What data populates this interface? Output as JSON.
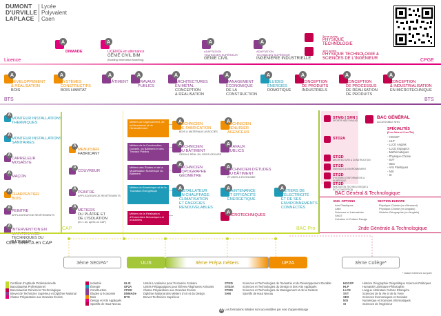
{
  "logo": {
    "line1": [
      "DUMONT",
      "D'URVILLE",
      "LAPLACE"
    ],
    "line2": [
      "Lycée",
      "Polyvalent",
      "Caen"
    ]
  },
  "levels": {
    "licence": "Licence",
    "cpge": "CPGE",
    "bts": "BTS",
    "cap": "CAP",
    "bac_pro": "BAC Pro",
    "bac_gen": "BAC Général & Technologique",
    "seconde": "2nde Générale & Technologique",
    "offre": "Offre GRETA en CAP"
  },
  "colors": {
    "red": "#e2007a",
    "pink": "#e2007a",
    "orange": "#f18e00",
    "bluegreen": "#1d9bb8",
    "purple": "#8a3c8d",
    "green": "#a4c639",
    "magenta": "#c3004b",
    "grey": "#6e6e6e",
    "lightgreen": "#c5d92d",
    "yellow": "#f3e6a0"
  },
  "licence": [
    {
      "label": "DNMADe",
      "color": "#e2007a"
    },
    {
      "label": "LICENCE en alternance",
      "label2": "GÉNIE CIVIL BIM",
      "sub": "(Building Information Modeling)",
      "color": "#e2007a"
    },
    {
      "label": "ADAPTATION",
      "label2": "TECHNICIEN SUPÉRIEUR",
      "label3": "GÉNIE CIVIL",
      "color": "#8a3c8d"
    },
    {
      "label": "ADAPTATION",
      "label2": "TECHNICIEN SUPÉRIEUR",
      "label3": "INGÉNIERIE INDUSTRIELLE",
      "color": "#8a3c8d"
    }
  ],
  "cpge": [
    {
      "label": "2ème année",
      "label2": "PHYSIQUE",
      "label3": "TECHNOLOGIE"
    },
    {
      "label": "1ère année",
      "label2": "PHYSIQUE TECHNOLOGIE &",
      "label3": "SCIENCES DE L'INGÉNIEUR"
    }
  ],
  "bts": [
    {
      "l1": "DÉVELOPPEMENT",
      "l2": "& RÉALISATION",
      "l3": "BOIS",
      "color": "#f18e00"
    },
    {
      "l1": "SYSTÈMES",
      "l2": "CONSTRUCTIFS",
      "l3": "BOIS HABITAT",
      "color": "#f18e00"
    },
    {
      "l1": "BÂTIMENT",
      "color": "#8a3c8d"
    },
    {
      "l1": "TRAVAUX",
      "l2": "PUBLICS",
      "color": "#8a3c8d"
    },
    {
      "l1": "ARCHITECTURES",
      "l2": "EN MÉTAL",
      "l3": "CONCEPTION",
      "l4": "& RÉALISATION",
      "color": "#8a3c8d"
    },
    {
      "l1": "MANAGEMENT",
      "l2": "ÉCONOMIQUE",
      "l3": "DE LA",
      "l4": "CONSTRUCTION",
      "color": "#8a3c8d"
    },
    {
      "l1": "FLUIDES",
      "l2": "ÉNERGIES",
      "l3": "DOMOTIQUE",
      "color": "#1d9bb8"
    },
    {
      "l1": "CONCEPTION",
      "l2": "DE PRODUITS",
      "l3": "INDUSTRIELS",
      "color": "#c3004b"
    },
    {
      "l1": "CONCEPTION",
      "l2": "DE PROCESSUS",
      "l3": "DE RÉALISATION",
      "l4": "DE PRODUITS",
      "color": "#c3004b"
    },
    {
      "l1": "CONCEPTION",
      "l2": "& INDUSTRIALISATION",
      "l3": "EN MICROTECHNIQUE",
      "color": "#c3004b"
    }
  ],
  "cap": [
    {
      "l1": "MONTEUR INSTALLATIONS",
      "l2": "THERMIQUES",
      "color": "#1d9bb8"
    },
    {
      "l1": "MONTEUR INSTALLATIONS",
      "l2": "SANITAIRES",
      "color": "#1d9bb8"
    },
    {
      "l1": "CARRELEUR",
      "l2": "MOSAÏSTE",
      "color": "#8a3c8d"
    },
    {
      "l1": "MAÇON",
      "color": "#8a3c8d"
    },
    {
      "l1": "CHARPENTIER",
      "l2": "BOIS",
      "color": "#f18e00"
    },
    {
      "l1": "PEINTRE",
      "sub": "APPLICATEUR DE REVÊTEMENTS",
      "color": "#8a3c8d"
    },
    {
      "l1": "INTERVENTION EN",
      "l2": "MAINTENANCE",
      "l3": "TECHNIQUES DU",
      "l4": "BÂTIMENT",
      "color": "#8a3c8d"
    }
  ],
  "cap_mid": [
    {
      "l1": "MENUISIER",
      "l2": "FABRICANT",
      "color": "#f18e00"
    },
    {
      "l1": "COUVREUR",
      "color": "#8a3c8d"
    },
    {
      "l1": "PEINTRE",
      "sub": "APPLICATEUR DE REVÊTEMENTS",
      "color": "#8a3c8d"
    },
    {
      "l1": "MÉTIERS",
      "l2": "DU PLÂTRE ET",
      "l3": "DE L'ISOLATION",
      "sub": "(en 1 an, après un CAP)",
      "color": "#8a3c8d"
    }
  ],
  "metiers": [
    {
      "text": "Métiers de l'Agencement, de la Menuiserie et de l'Ameublement",
      "color": "#f18e00"
    },
    {
      "text": "Métiers de la Construction Durable, du Bâtiment et des Travaux Publics",
      "color": "#8a3c8d"
    },
    {
      "text": "Métiers des Études et de la Modélisation Numérique du Bâtiment",
      "color": "#8a3c8d"
    },
    {
      "text": "Métiers du Numérique et de la Transition Énergétique",
      "color": "#1d9bb8"
    },
    {
      "text": "Métiers de la Réalisation d'Ensembles Mécaniques et Industriels",
      "color": "#c3004b"
    }
  ],
  "bacpro": [
    {
      "l1": "TECHNICIEN",
      "l2": "DE FABRICATION",
      "sub": "BOIS & MATÉRIAUX ASSOCIÉS",
      "color": "#f18e00"
    },
    {
      "l1": "TECHNICIEN",
      "l2": "MENUISIER",
      "l3": "AGENCEUR",
      "color": "#f18e00"
    },
    {
      "l1": "TECHNICIEN",
      "l2": "DU BÂTIMENT",
      "sub": "ORGA & RÉAL DU GROS OEUVRE",
      "color": "#8a3c8d"
    },
    {
      "l1": "TRAVAUX",
      "l2": "PUBLICS",
      "color": "#8a3c8d"
    },
    {
      "l1": "TECHNICIEN",
      "l2": "TOPOGRAPHE",
      "l3": "GÉOMÈTRE",
      "color": "#8a3c8d"
    },
    {
      "l1": "TECHNICIEN D'ÉTUDES",
      "l2": "DU BÂTIMENT",
      "sub": "ÉTUDES & ÉCONOMIE",
      "color": "#8a3c8d"
    },
    {
      "l1": "INSTALLATEUR",
      "l2": "EN CHAUFFAGE,",
      "l3": "CLIMATISATION",
      "l4": "ET ÉNERGIES",
      "l5": "RENOUVELABLES",
      "color": "#1d9bb8"
    },
    {
      "l1": "MAINTENANCE",
      "l2": "ET EFFICACITÉ",
      "l3": "ÉNERGÉTIQUE",
      "color": "#1d9bb8"
    },
    {
      "l1": "MÉTIERS DE",
      "l2": "L'ÉLECTRICITÉ",
      "l3": "ET DE SES",
      "l4": "ENVIRONNEMENTS",
      "l5": "CONNECTÉS",
      "color": "#1d9bb8"
    },
    {
      "l1": "MICROTECHNIQUES",
      "color": "#c3004b"
    }
  ],
  "bactech": [
    {
      "l1": "STMG [ SHN ]",
      "sub": "SPORTIF HAUT NIVEAU"
    },
    {
      "l1": "STD2A"
    },
    {
      "l1": "STI2D",
      "sub": "ARCHITECTURE & CONSTRUCTION"
    },
    {
      "l1": "STI2D",
      "sub": "ÉNERGIES & ENVIRONNEMENT"
    },
    {
      "l1": "STI2D",
      "sub": "SYSTÈMES D'INFORMATION & NUMÉRIQUE"
    },
    {
      "l1": "STI2D",
      "sub": "INNOVATION TECHNOLOGIQUE & ÉCO-CONCEPTION"
    }
  ],
  "bacgen": {
    "title": "BAC GÉNÉRAL",
    "sub": "ACCESSIBLE SHN",
    "spec_title": "SPÉCIALITÉS",
    "spec_sub": "(3 en 1ère et 2 en Tle)",
    "specs": [
      "HGGSP",
      "HLP",
      "LLCE Anglais",
      "LLCE Espagnol",
      "Mathématiques",
      "Physique-Chimie",
      "SVT",
      "SES",
      "Arts Plastiques",
      "NSI",
      "SI"
    ]
  },
  "options": {
    "title": "ENS. OPTIONS",
    "items": [
      "Arts Plastiques",
      "Latin",
      "Sciences et Laboratoire",
      "SNGT",
      "Création et Culture Design"
    ],
    "euro_title": "SECTION EUROPE",
    "euro_items": [
      "Physique-Chimie (en Allemand)",
      "Physique-Chimie (en Anglais)",
      "Histoire-Géographie (en Anglais)"
    ]
  },
  "bottom": [
    {
      "text": "3ème SEGPA*"
    },
    {
      "text": "ULIS"
    },
    {
      "text": "3ème Prépa métiers"
    },
    {
      "text": "UP2A"
    },
    {
      "text": "3ème Collège*"
    }
  ],
  "footnote": "* classe extérieure au lycée",
  "legend": {
    "col1": [
      "Certificat d'Aptitude Professionnelle",
      "Baccalauréat Professionnel",
      "Baccalauréat Général et Technologique",
      "Brevet de Technicien Supérieur et Diplôme National",
      "Classe Préparatoire aux Grandes Écoles"
    ],
    "col2": [
      "Industrie",
      "Énergie",
      "Construction",
      "Études & économie",
      "Bois",
      "Design et Arts Appliqués",
      "Sportifs de Haut Niveau"
    ],
    "col3": [
      [
        "ULIS",
        "Unités Localisées pour l'Inclusion Scolaire"
      ],
      [
        "UP2A",
        "Unités Pédagogiques pour Élèves Allophones Arrivants"
      ],
      [
        "CPGE",
        "Classe Préparatoire aux Grandes Écoles"
      ],
      [
        "DNMADe",
        "Diplôme National des Métiers d'Art et du Design"
      ],
      [
        "BTS",
        "Brevet Technicien Supérieur"
      ]
    ],
    "col4": [
      [
        "STI2D",
        "Sciences et Technologies de l'Industrie et du Développement Durable"
      ],
      [
        "STD2A",
        "Sciences et Technologies du Design et des Arts Appliqués"
      ],
      [
        "STMG",
        "Sciences et Technologies du Management et de la Gestion"
      ],
      [
        "SHN",
        "Sportifs de Haut Niveau"
      ]
    ],
    "col5": [
      [
        "HGGSP",
        "Histoire Géographie Géopolitique Sciences Politiques"
      ],
      [
        "HLP",
        "Humanité Littérature Philosophie"
      ],
      [
        "LLCE",
        "Langue Littérature Culture Étrangère"
      ],
      [
        "SVT",
        "Sciences de la Vie et de la Terre"
      ],
      [
        "SES",
        "Sciences Économiques et Sociales"
      ],
      [
        "NSI",
        "Numérique et Sciences Informatiques"
      ],
      [
        "SI",
        "Sciences de l'Ingénieur"
      ]
    ],
    "note": "Les formations initiales sont accessibles par voie d'apprentissage"
  }
}
